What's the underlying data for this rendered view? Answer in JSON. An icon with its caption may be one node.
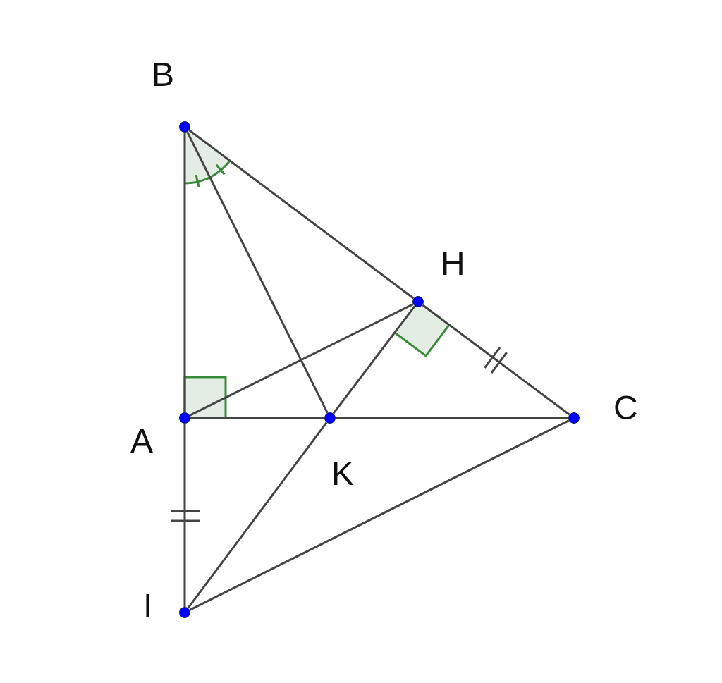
{
  "diagram": {
    "nodes": [
      {
        "text": [],
        "shape": "circle",
        "beside": [
          "B"
        ]
      },
      {
        "text": [],
        "shape": "circle",
        "beside": [
          "H"
        ]
      },
      {
        "text": [],
        "shape": "circle",
        "beside": [
          "A"
        ]
      },
      {
        "text": [],
        "shape": "circle",
        "beside": [
          "K"
        ]
      },
      {
        "text": [],
        "shape": "circle",
        "beside": [
          "C"
        ]
      },
      {
        "text": [],
        "shape": "circle",
        "beside": [
          "I"
        ]
      }
    ],
    "edges": [
      {
        "from": 0,
        "to": 2,
        "arrow": "none"
      },
      {
        "from": 0,
        "to": 1,
        "arrow": "none"
      },
      {
        "from": 1,
        "to": 4,
        "arrow": "none"
      },
      {
        "from": 0,
        "to": 3,
        "arrow": "none"
      },
      {
        "from": 2,
        "to": 1,
        "arrow": "none"
      },
      {
        "from": 1,
        "to": 3,
        "arrow": "none"
      },
      {
        "from": 2,
        "to": 3,
        "arrow": "none"
      },
      {
        "from": 3,
        "to": 4,
        "arrow": "none"
      },
      {
        "from": 2,
        "to": 5,
        "arrow": "none"
      },
      {
        "from": 5,
        "to": 3,
        "arrow": "none"
      },
      {
        "from": 5,
        "to": 4,
        "arrow": "none"
      }
    ]
  }
}
